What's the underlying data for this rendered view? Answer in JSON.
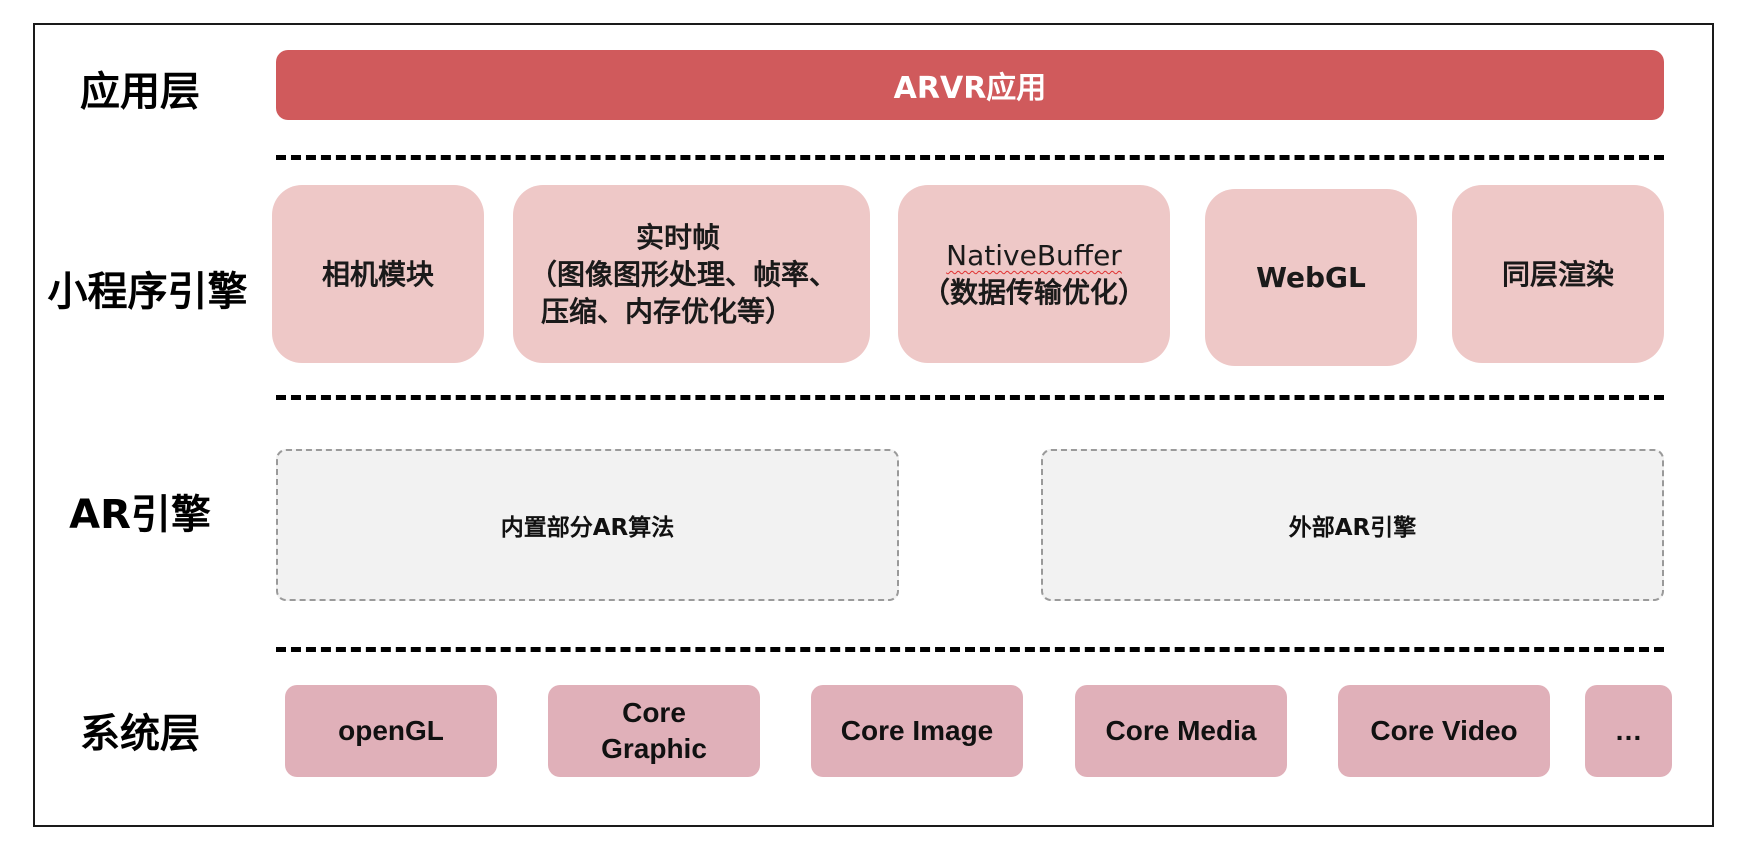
{
  "layers": {
    "application": "应用层",
    "miniprogram_engine": "小程序引擎",
    "ar_engine": "AR引擎",
    "system": "系统层"
  },
  "application_layer": {
    "app": "ARVR应用"
  },
  "miniprogram_layer": {
    "camera": "相机模块",
    "realtime_frame": {
      "line1": "实时帧",
      "line2": "（图像图形处理、帧率、",
      "line3": "压缩、内存优化等）"
    },
    "native_buffer": {
      "line1": "NativeBuffer",
      "line2": "（数据传输优化）"
    },
    "webgl": "WebGL",
    "same_layer_render": "同层渲染"
  },
  "ar_layer": {
    "builtin": "内置部分AR算法",
    "external": "外部AR引擎"
  },
  "system_layer": {
    "items": [
      {
        "lines": [
          "openGL"
        ]
      },
      {
        "lines": [
          "Core",
          "Graphic"
        ]
      },
      {
        "lines": [
          "Core Image"
        ]
      },
      {
        "lines": [
          "Core Media"
        ]
      },
      {
        "lines": [
          "Core Video"
        ]
      },
      {
        "lines": [
          "…"
        ]
      }
    ]
  },
  "colors": {
    "app_bar": "#d05a5c",
    "miniprogram_box": "#eec8c7",
    "ar_box": "#f2f2f2",
    "system_box": "#e0b0b9"
  }
}
